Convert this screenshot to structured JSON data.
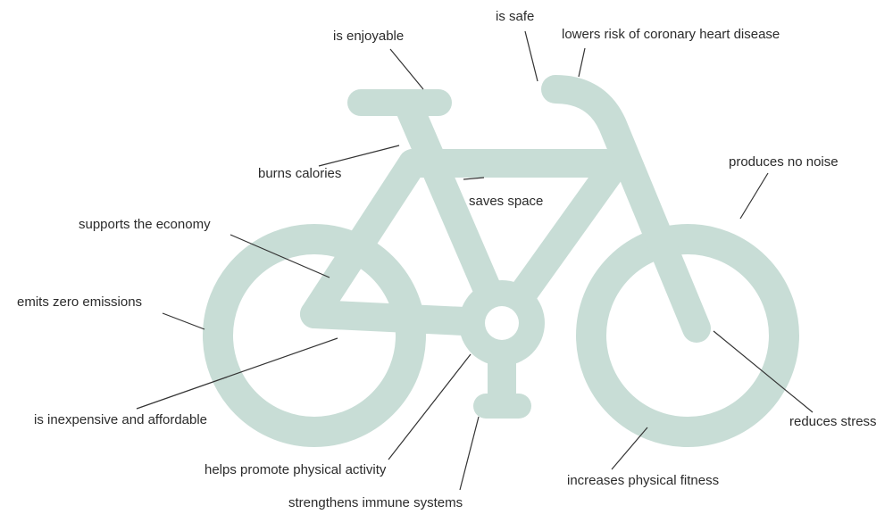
{
  "colors": {
    "bike": "#c8ddd6",
    "leader": "#333333",
    "text": "#2b2b2b",
    "background": "#ffffff"
  },
  "icon": "bicycle-icon",
  "labels": {
    "is_enjoyable": "is enjoyable",
    "is_safe": "is safe",
    "lowers_risk": "lowers risk of coronary heart disease",
    "burns_calories": "burns calories",
    "produces_no_noise": "produces no noise",
    "saves_space": "saves space",
    "supports_economy": "supports the economy",
    "emits_zero": "emits zero emissions",
    "inexpensive": "is inexpensive and affordable",
    "reduces_stress": "reduces stress",
    "helps_promote": "helps promote physical activity",
    "increases_fitness": "increases physical fitness",
    "strengthens_immune": "strengthens immune systems"
  }
}
